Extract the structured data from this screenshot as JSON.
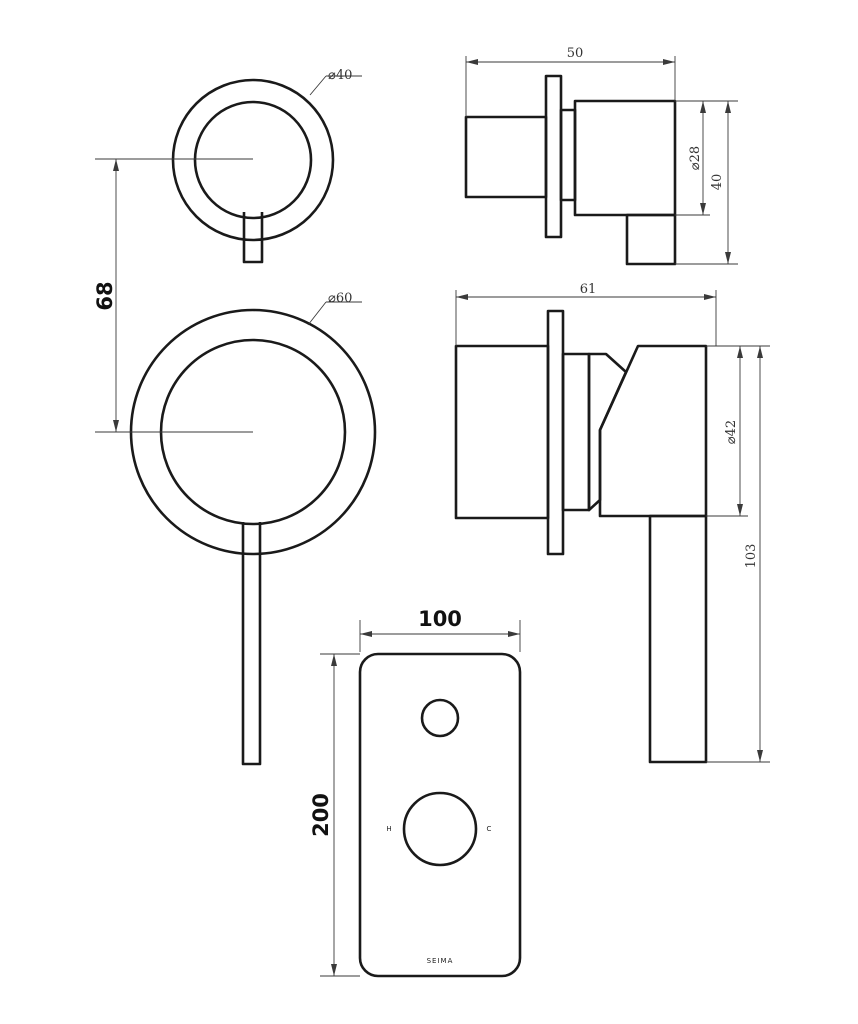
{
  "dimensions": {
    "small_knob_diameter": "⌀40",
    "large_plate_diameter": "⌀60",
    "center_spacing": "68",
    "side_small_width": "50",
    "side_small_inner_diameter": "⌀28",
    "side_small_height": "40",
    "side_large_width": "61",
    "side_large_inner_diameter": "⌀42",
    "side_large_height": "103",
    "plate_width": "100",
    "plate_height": "200"
  },
  "plate": {
    "hot_label": "H",
    "cold_label": "C",
    "brand": "SEIMA"
  }
}
